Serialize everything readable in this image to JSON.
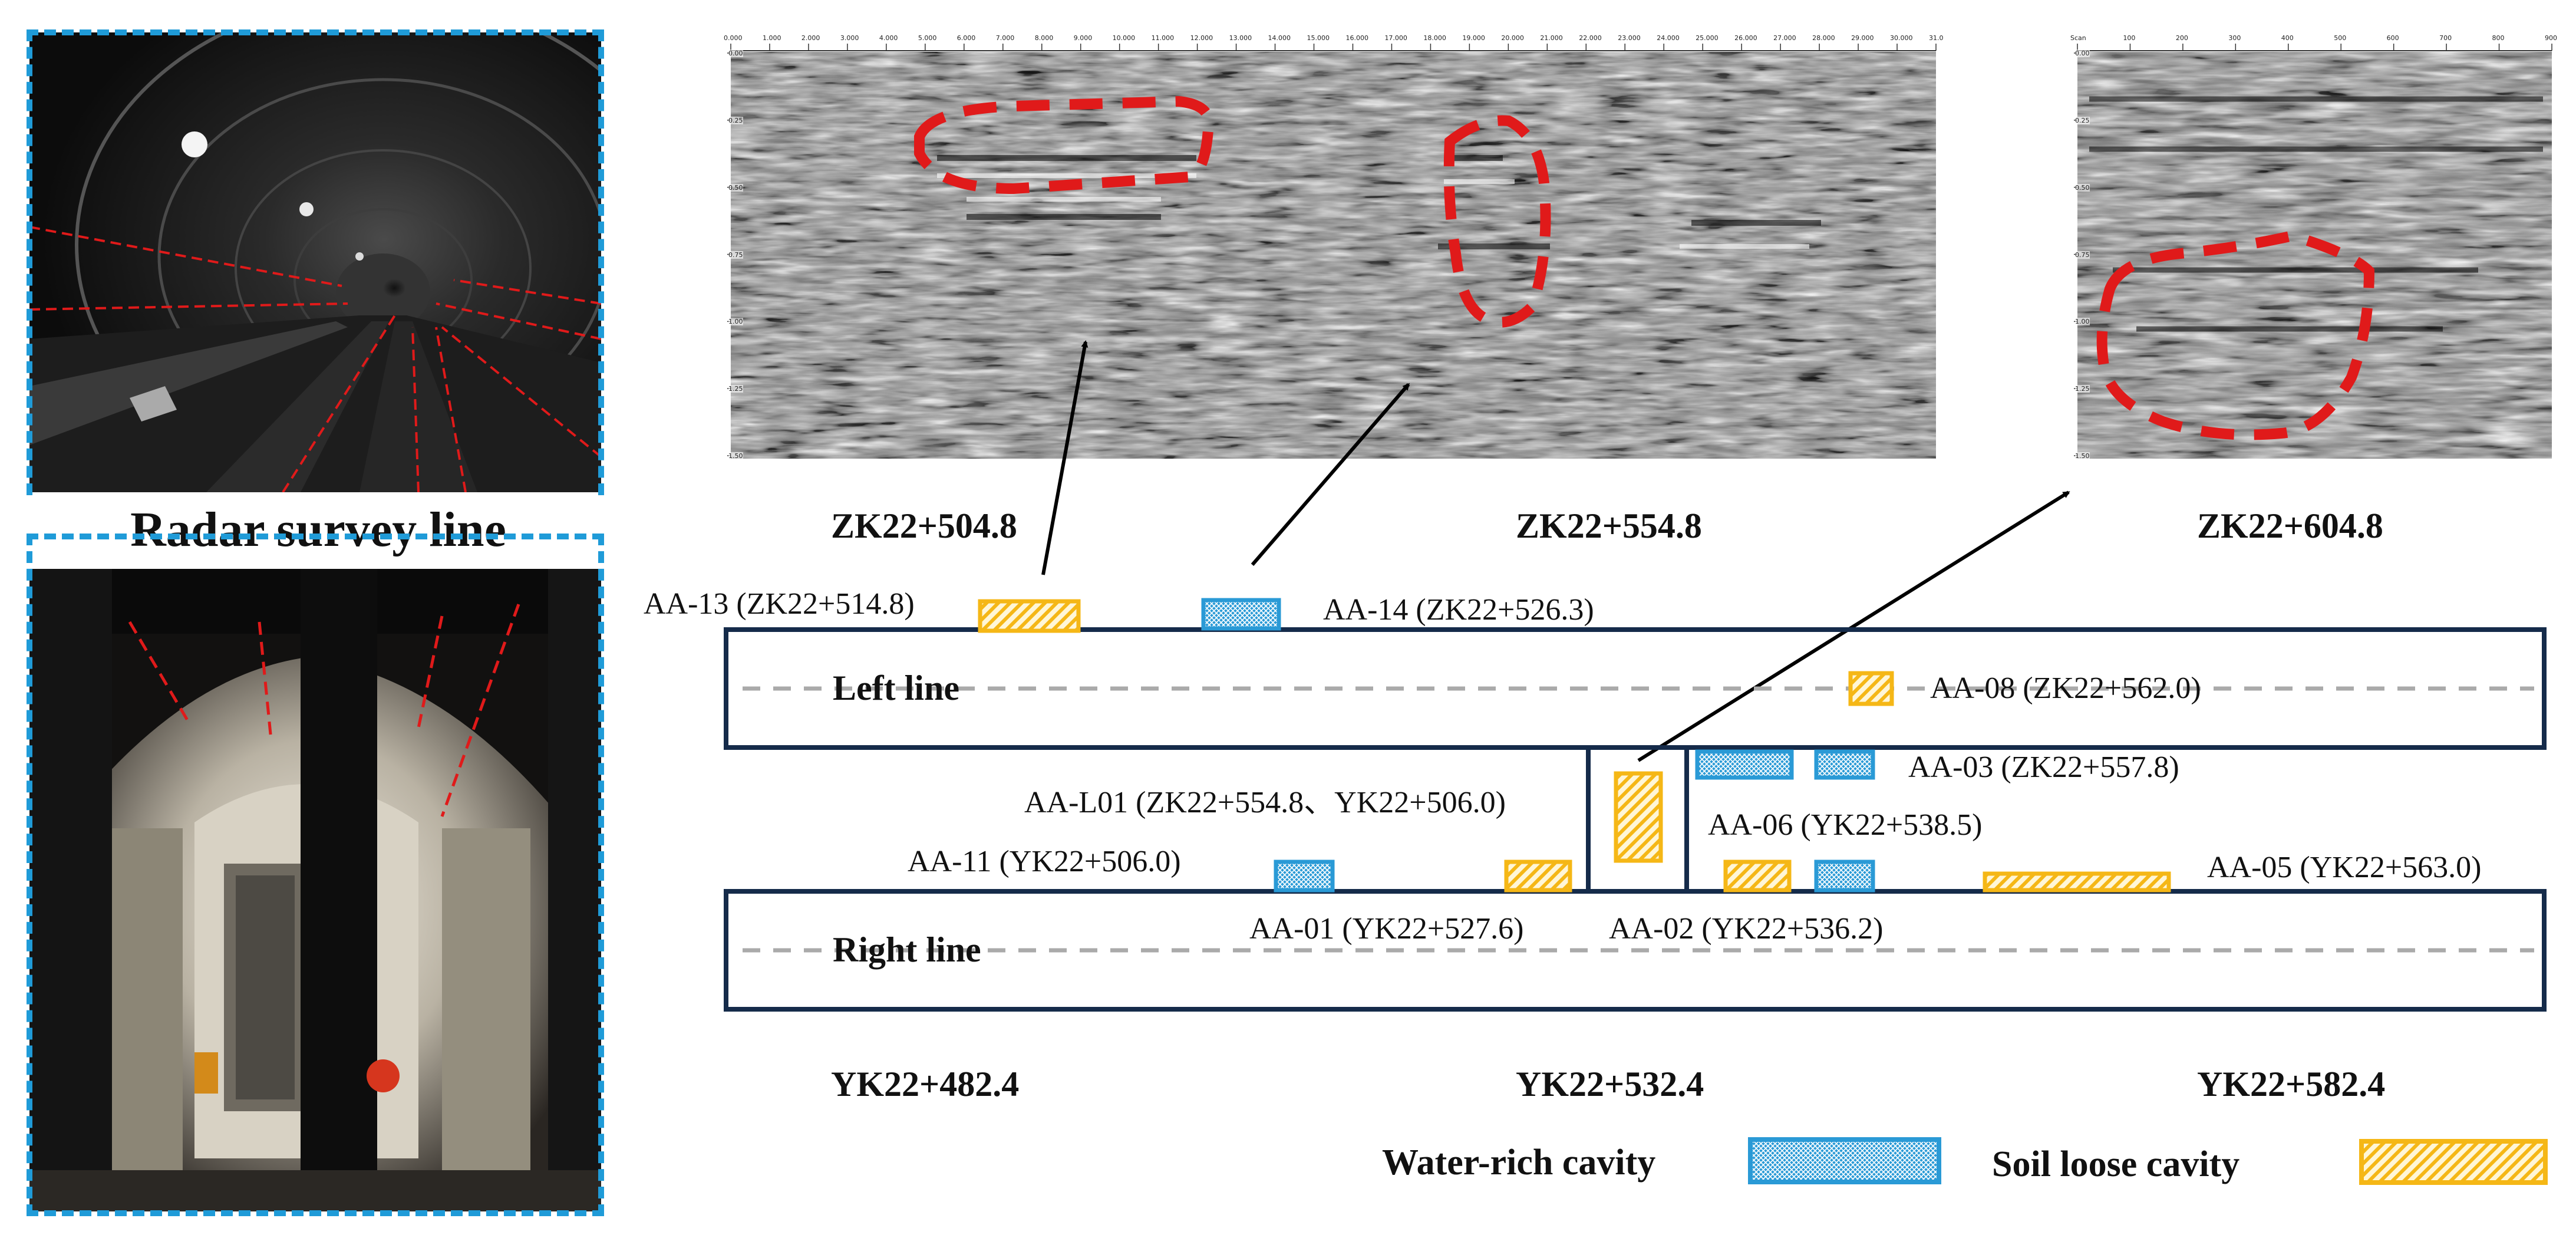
{
  "survey": {
    "title": "Radar survey line"
  },
  "radargram_left": {
    "x_ticks": [
      "0.000",
      "1.000",
      "2.000",
      "3.000",
      "4.000",
      "5.000",
      "6.000",
      "7.000",
      "8.000",
      "9.000",
      "10.000",
      "11.000",
      "12.000",
      "13.000",
      "14.000",
      "15.000",
      "16.000",
      "17.000",
      "18.000",
      "19.000",
      "20.000",
      "21.000",
      "22.000",
      "23.000",
      "24.000",
      "25.000",
      "26.000",
      "27.000",
      "28.000",
      "29.000",
      "30.000",
      "31.0"
    ],
    "y_ticks": [
      "0.00",
      "0.25",
      "0.50",
      "0.75",
      "1.00",
      "1.25",
      "1.50"
    ]
  },
  "radargram_right": {
    "x_ticks": [
      "Scan",
      "100",
      "200",
      "300",
      "400",
      "500",
      "600",
      "700",
      "800",
      "900"
    ],
    "y_ticks": [
      "0.00",
      "0.25",
      "0.50",
      "0.75",
      "1.00",
      "1.25",
      "1.50"
    ]
  },
  "chainages_top": [
    "ZK22+504.8",
    "ZK22+554.8",
    "ZK22+604.8"
  ],
  "chainages_bottom": [
    "YK22+482.4",
    "YK22+532.4",
    "YK22+582.4"
  ],
  "tunnel": {
    "left_line": "Left line",
    "right_line": "Right line"
  },
  "anomalies": {
    "aa13": "AA-13 (ZK22+514.8)",
    "aa14": "AA-14 (ZK22+526.3)",
    "aa08": "AA-08 (ZK22+562.0)",
    "aa03": "AA-03 (ZK22+557.8)",
    "aal01": "AA-L01 (ZK22+554.8、YK22+506.0)",
    "aa06": "AA-06 (YK22+538.5)",
    "aa11": "AA-11 (YK22+506.0)",
    "aa05": "AA-05 (YK22+563.0)",
    "aa01": "AA-01 (YK22+527.6)",
    "aa02": "AA-02 (YK22+536.2)"
  },
  "legend": {
    "water_rich": "Water-rich cavity",
    "soil_loose": "Soil loose cavity"
  },
  "colors": {
    "water_fill": "#2a9ad6",
    "soil_fill": "#f5b716",
    "tunnel_border": "#152b4a",
    "dash_red": "#e01a1a",
    "photo_frame": "#1f9bd8"
  }
}
